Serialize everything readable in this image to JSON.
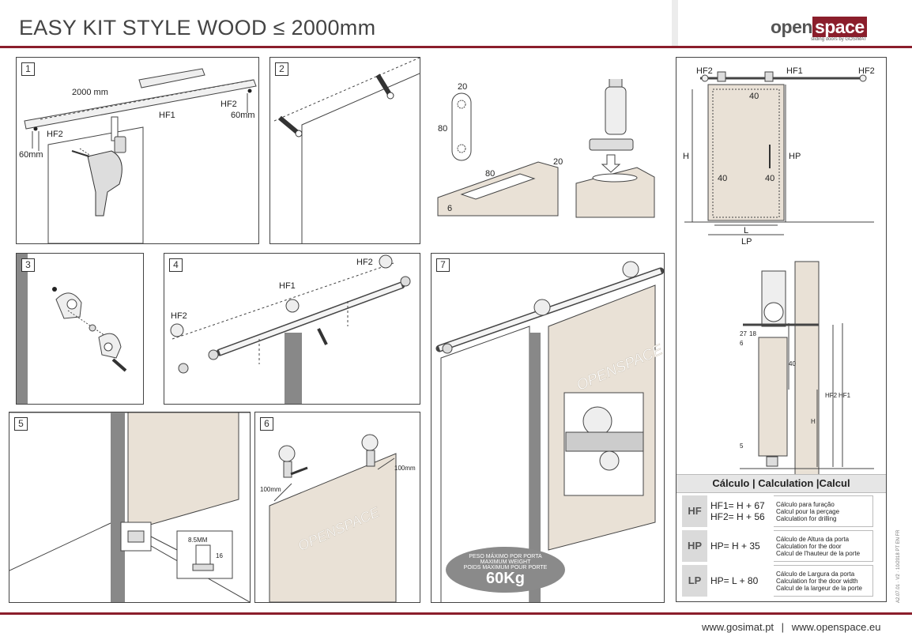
{
  "header": {
    "title": "EASY KIT STYLE WOOD ≤ 2000mm",
    "brand_open": "open",
    "brand_space": "space",
    "brand_tagline": "sliding doors by GOSIMAT"
  },
  "colors": {
    "accent_red": "#8b1e2b",
    "door_beige": "#e9e1d6",
    "badge_grey": "#8a8a8a"
  },
  "panels": {
    "p1": {
      "num": "1",
      "len": "2000 mm",
      "hf1": "HF1",
      "hf2a": "HF2",
      "hf2b": "HF2",
      "d1": "60mm",
      "d2": "60mm"
    },
    "p2": {
      "num": "2"
    },
    "p3": {
      "num": "3"
    },
    "p4": {
      "num": "4",
      "hf2a": "HF2",
      "hf1": "HF1",
      "hf2b": "HF2"
    },
    "p5": {
      "num": "5",
      "gap": "8.5MM",
      "d16": "16"
    },
    "p6": {
      "num": "6",
      "d100a": "100mm",
      "d100b": "100mm",
      "brand": "OPENSPACE"
    },
    "p7": {
      "num": "7",
      "brand": "OPENSPACE"
    },
    "top": {
      "w20a": "20",
      "h80": "80",
      "d80": "80",
      "w20b": "20",
      "d6": "6"
    }
  },
  "weight_badge": {
    "line1": "PESO MÁXIMO POR PORTA",
    "line2": "MAXIMUM WEIGHT",
    "line3": "POIDS MAXIMUM POUR PORTE",
    "value": "60Kg"
  },
  "right_diagram": {
    "hf2a": "HF2",
    "hf1": "HF1",
    "hf2b": "HF2",
    "d40top": "40",
    "H": "H",
    "HP": "HP",
    "d40l": "40",
    "d40r": "40",
    "L": "L",
    "LP": "LP",
    "d27": "27",
    "d18": "18",
    "d6": "6",
    "d40s": "40",
    "hf2s": "HF2",
    "hf1s": "HF1",
    "Hs": "H",
    "d5": "5"
  },
  "calc": {
    "title": "Cálculo | Calculation |Calcul",
    "rows": [
      {
        "code": "HF",
        "f1": "HF1= H + 67",
        "f2": "HF2= H + 56",
        "n1": "Cálculo para furação",
        "n2": "Calcul pour la perçage",
        "n3": "Calculation for drilling"
      },
      {
        "code": "HP",
        "f1": "HP= H + 35",
        "f2": "",
        "n1": "Cálculo de Altura da porta",
        "n2": "Calculation for the door",
        "n3": "Calcul de l'hauteur de la porte"
      },
      {
        "code": "LP",
        "f1": "HP= L + 80",
        "f2": "",
        "n1": "Cálculo de Largura da porta",
        "n2": "Calculation for the door width",
        "n3": "Calcul de la largeur de la porte"
      }
    ]
  },
  "side_code": "A2.07.01 · V2 · 10/2018 PT EN FR",
  "footer": {
    "site1": "www.gosimat.pt",
    "sep": "|",
    "site2": "www.openspace.eu"
  }
}
